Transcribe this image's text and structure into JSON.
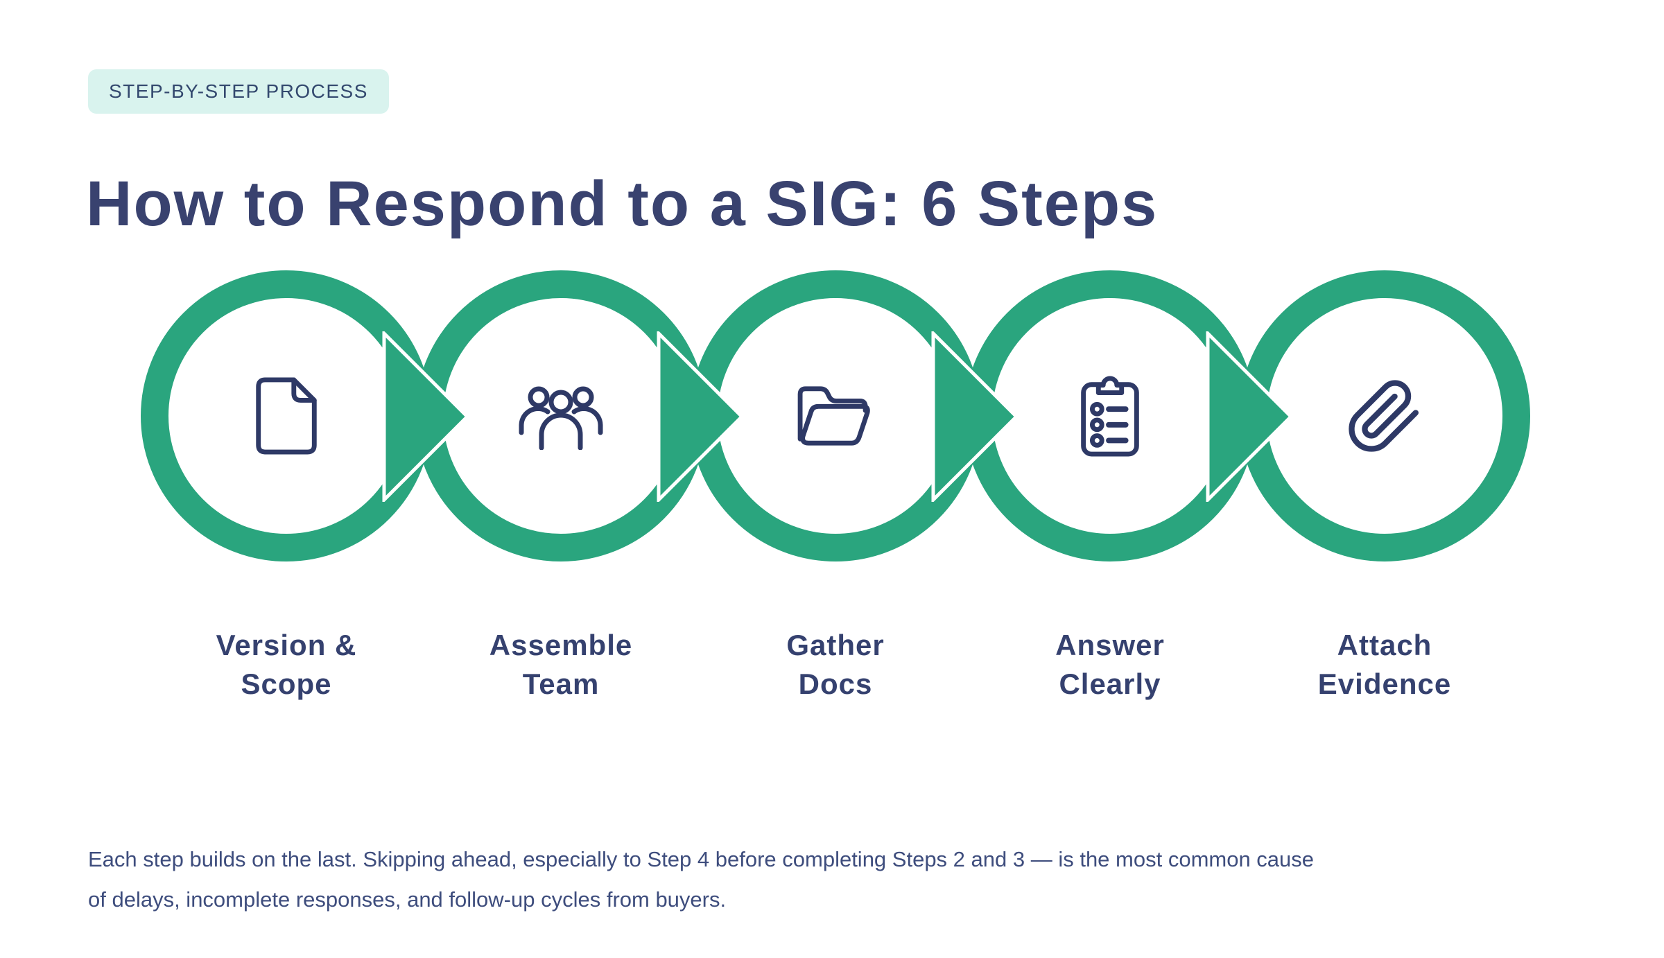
{
  "badge": {
    "label": "STEP-BY-STEP PROCESS"
  },
  "title": {
    "text": "How to Respond to a SIG: 6 Steps"
  },
  "steps": [
    {
      "label_line1": "Version &",
      "label_line2": "Scope",
      "icon": "document-icon"
    },
    {
      "label_line1": "Assemble",
      "label_line2": "Team",
      "icon": "team-icon"
    },
    {
      "label_line1": "Gather",
      "label_line2": "Docs",
      "icon": "folder-open-icon"
    },
    {
      "label_line1": "Answer",
      "label_line2": "Clearly",
      "icon": "clipboard-checklist-icon"
    },
    {
      "label_line1": "Attach",
      "label_line2": "Evidence",
      "icon": "paperclip-icon"
    }
  ],
  "footnote": {
    "text": "Each step builds on the last. Skipping ahead, especially to Step 4 before completing Steps 2 and 3 — is the most common cause of delays, incomplete responses, and follow-up cycles from buyers.",
    "line1": "Each step builds on the last. Skipping ahead, especially to Step 4 before completing Steps 2 and 3 — is the most common cause",
    "line2": "of delays, incomplete responses, and follow-up cycles from buyers."
  },
  "colors": {
    "accent_green": "#2aa57e",
    "title_navy": "#39426f",
    "icon_navy": "#2e3966",
    "body_text": "#3e4d7d",
    "badge_background": "#d9f3ee",
    "badge_text": "#33486e"
  }
}
